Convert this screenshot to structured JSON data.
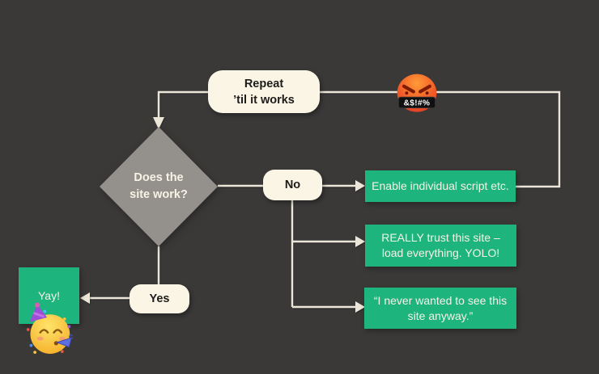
{
  "colors": {
    "background": "#3a3938",
    "node_cream": "#fbf5e6",
    "node_green": "#1eb47d",
    "diamond_gray": "#94908b",
    "connector_line": "#ece6d8",
    "text_dark": "#1d1c1a",
    "text_light": "#f6f2e6"
  },
  "nodes": {
    "repeat": {
      "line1": "Repeat",
      "line2": "’til it works"
    },
    "decision": {
      "line1": "Does the",
      "line2": "site work?"
    },
    "no": {
      "label": "No"
    },
    "yes": {
      "label": "Yes"
    },
    "enable": {
      "label": "Enable individual script etc."
    },
    "yolo": {
      "line1": "REALLY trust this site –",
      "line2": "load everything. YOLO!"
    },
    "never": {
      "line1": "“I never wanted to see this",
      "line2": "site anyway.”"
    },
    "yay": {
      "label": "Yay!"
    }
  },
  "emojis": {
    "angry": {
      "name": "face-with-symbols-on-mouth",
      "grawlix": "&$!#%"
    },
    "party": {
      "name": "partying-face"
    }
  }
}
